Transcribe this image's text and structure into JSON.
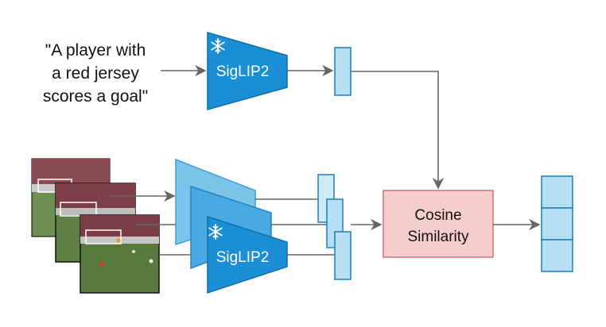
{
  "text_query": {
    "lines": [
      "\"A player with",
      "a red jersey",
      "scores a goal\""
    ]
  },
  "text_encoder": {
    "label": "SigLIP2",
    "icon": "snowflake-icon"
  },
  "image_encoder": {
    "label": "SigLIP2",
    "icon": "snowflake-icon"
  },
  "similarity": {
    "lines": [
      "Cosine",
      "Similarity"
    ]
  },
  "colors": {
    "encoder_fill": "#1a8fd6",
    "encoder_stroke": "#0f6fa8",
    "encoder_back_1": "#7cc4ea",
    "encoder_back_2": "#4aa9e0",
    "embedding_fill": "#b7dff4",
    "embedding_stroke": "#1a7fb8",
    "similarity_fill": "#f6cdcd",
    "similarity_stroke": "#d9777a",
    "arrow": "#666666"
  }
}
